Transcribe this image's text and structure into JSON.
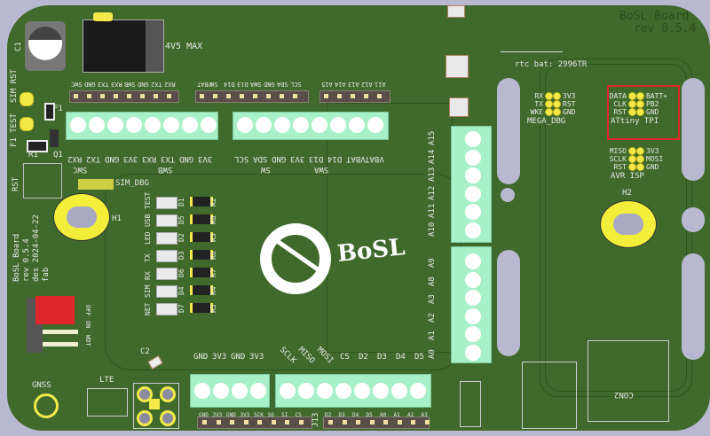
{
  "board": {
    "title": "BoSL Board",
    "revision": "rev 0.5.4",
    "rtc_label": "rtc bat: 2996TR",
    "power_label": "4V5 MAX",
    "logo_text": "BoSL",
    "fab_info": [
      "BoSL Board",
      "rev 0.5.4",
      "des 2024-04-22",
      "fab"
    ],
    "highlight_color": "#e0262a"
  },
  "components": {
    "c1": "C1",
    "c2": "C2",
    "f1": "F1",
    "q1": "Q1",
    "r1": "R1",
    "h1": "H1",
    "h2": "H2",
    "j13": "J13",
    "con2": "CON2",
    "rst": "RST",
    "sim_rst": "SIM RST",
    "f1_test": "F1 TEST",
    "gnss": "GNSS",
    "lte": "LTE",
    "sim_dbg": "SIM_DBG"
  },
  "top_header_1": {
    "above": [
      "3V3",
      "",
      "",
      "",
      "3V3",
      "",
      "",
      ""
    ],
    "labels": [
      "SWC",
      "GND",
      "TX3",
      "RX3",
      "SWB",
      "GND",
      "TX2",
      "RX2"
    ]
  },
  "top_header_2": {
    "above": [
      "VBAT",
      "",
      "",
      "3V3",
      "",
      "",
      "",
      ""
    ],
    "labels": [
      "VBAT",
      "SW",
      "D14",
      "D13",
      "SWA",
      "GND",
      "SDA",
      "SCL"
    ]
  },
  "top_header_3": {
    "labels": [
      "A15",
      "A14",
      "A13",
      "A12",
      "A11"
    ]
  },
  "terminal_left_labels": {
    "row": [
      "3V3",
      "GND",
      "TX3",
      "RX3",
      "3V3",
      "GND",
      "TX2",
      "RX2"
    ],
    "sub": [
      "SWC",
      "SWB"
    ]
  },
  "terminal_mid_labels": {
    "row": [
      "VBAT",
      "VBAT",
      "D14",
      "D13",
      "3V3",
      "GND",
      "SDA",
      "SCL"
    ],
    "sub": [
      "SW",
      "SWA"
    ]
  },
  "terminal_right_labels": [
    "A15",
    "A14",
    "A13",
    "A12",
    "A11",
    "A10",
    "A9",
    "A8",
    "A3",
    "A2",
    "A1",
    "A0"
  ],
  "terminal_bottom_left_labels": [
    "GND",
    "3V3",
    "GND",
    "3V3"
  ],
  "terminal_bottom_right_labels": [
    "SCLK",
    "MISO",
    "MOSI",
    "CS",
    "D2",
    "D3",
    "D4",
    "D5"
  ],
  "bottom_header_labels": [
    "GND",
    "3V3",
    "GND",
    "3V3",
    "SCK",
    "SO",
    "SI",
    "CS",
    "D2",
    "D3",
    "D4",
    "D5",
    "A0",
    "A1",
    "A2",
    "A3"
  ],
  "leds": [
    {
      "name": "TEST",
      "led": "D1",
      "res": "R2"
    },
    {
      "name": "USB",
      "led": "D5",
      "res": "R8"
    },
    {
      "name": "LED",
      "led": "D2",
      "res": "R3"
    },
    {
      "name": "TX",
      "led": "D3",
      "res": "R6"
    },
    {
      "name": "RX",
      "led": "D6",
      "res": "R7"
    },
    {
      "name": "SIM",
      "led": "D4",
      "res": "R4"
    },
    {
      "name": "NET",
      "led": "D7",
      "res": "R5"
    }
  ],
  "switch": {
    "options": [
      "OFF",
      "ON",
      "WDT"
    ],
    "selected": "OFF"
  },
  "mega_dbg": {
    "title": "MEGA_DBG",
    "left": [
      "RX",
      "TX",
      "WKE"
    ],
    "right": [
      "3V3",
      "RST",
      "GND"
    ]
  },
  "attiny_tpi": {
    "title": "ATtiny TPI",
    "left": [
      "DATA",
      "CLK",
      "RST"
    ],
    "right": [
      "BATT+",
      "PB2",
      "GND"
    ]
  },
  "avr_isp": {
    "title": "AVR ISP",
    "left": [
      "MISO",
      "SCLK",
      "RST"
    ],
    "right": [
      "3V3",
      "MOSI",
      "GND"
    ]
  }
}
